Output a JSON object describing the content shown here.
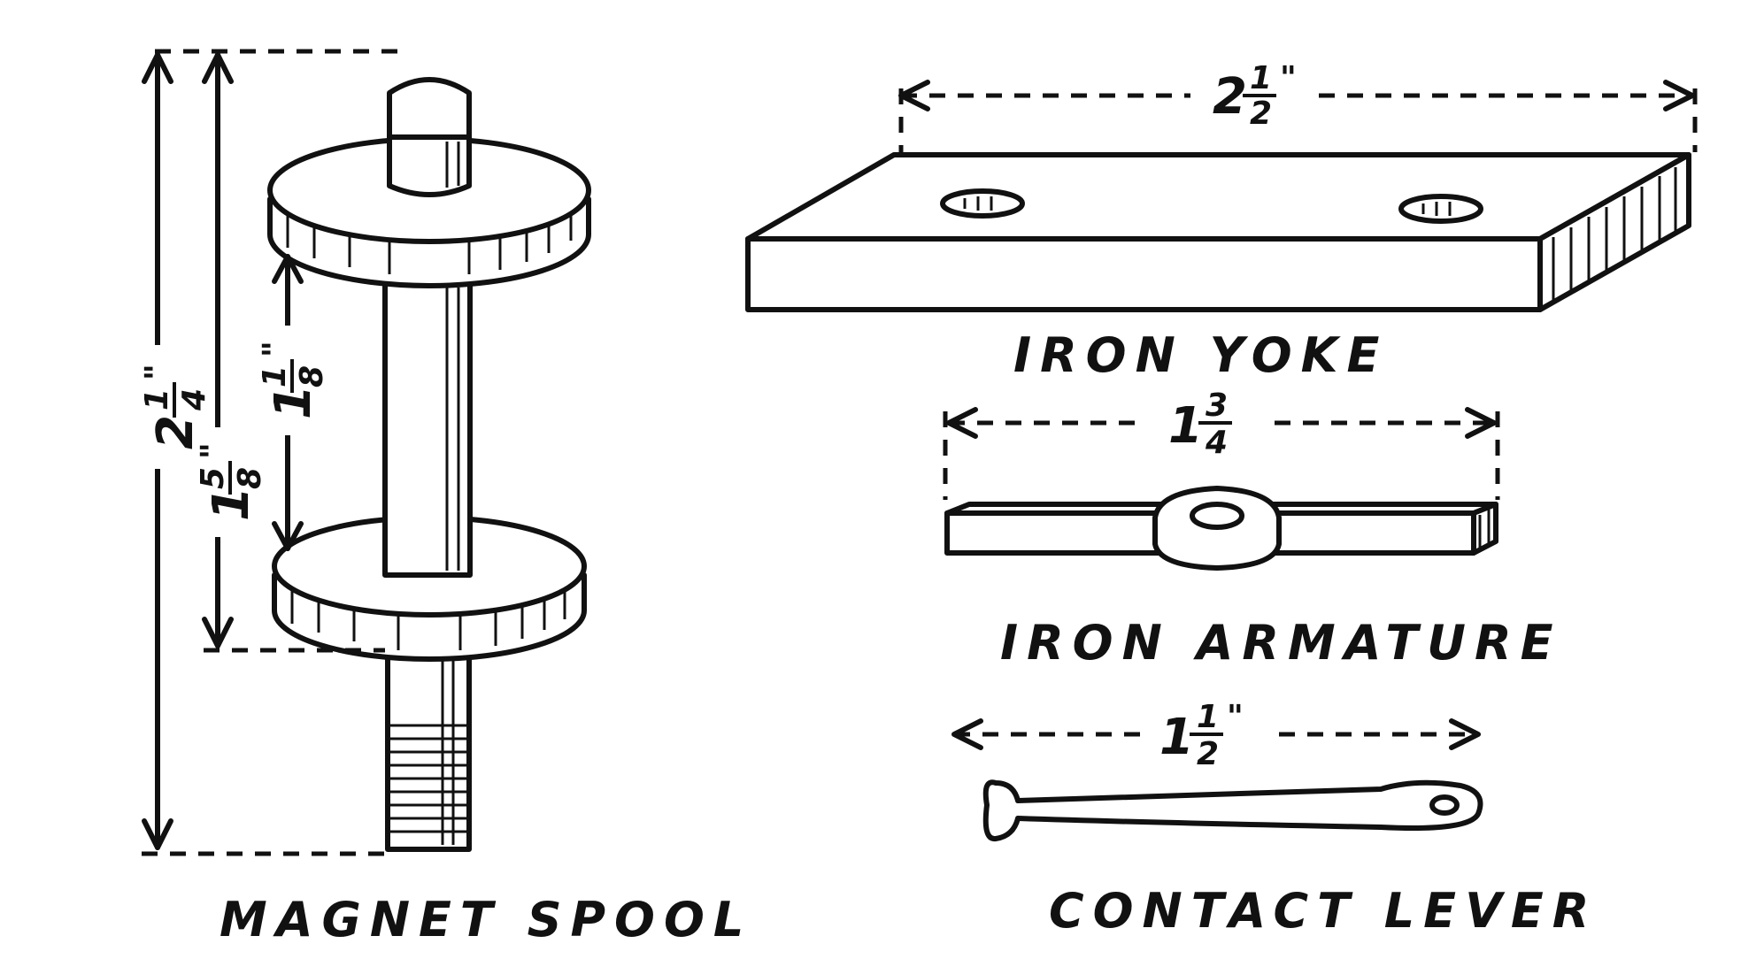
{
  "captions": {
    "magnet_spool": "MAGNET SPOOL",
    "iron_yoke": "IRON YOKE",
    "iron_armature": "IRON ARMATURE",
    "contact_lever": "CONTACT LEVER"
  },
  "dimensions": {
    "yoke_length": {
      "whole": "2",
      "num": "1",
      "den": "2",
      "mark": "\""
    },
    "armature_length": {
      "whole": "1",
      "num": "3",
      "den": "4",
      "mark": ""
    },
    "lever_length": {
      "whole": "1",
      "num": "1",
      "den": "2",
      "mark": "\""
    },
    "spool_overall": {
      "whole": "2",
      "num": "1",
      "den": "4",
      "mark": "\""
    },
    "spool_body": {
      "whole": "1",
      "num": "5",
      "den": "8",
      "mark": "\""
    },
    "spool_winding": {
      "whole": "1",
      "num": "1",
      "den": "8",
      "mark": "\""
    }
  }
}
